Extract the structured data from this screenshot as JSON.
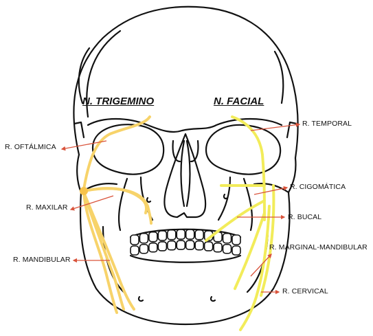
{
  "headings": {
    "trigemino": "N. TRIGEMINO",
    "facial": "N. FACIAL"
  },
  "labels": {
    "oftalmica": "R. OFTÁLMICA",
    "maxilar": "R. MAXILAR",
    "mandibular": "R. MANDIBULAR",
    "temporal": "R. TEMPORAL",
    "cigomatica": "R. CIGOMÁTICA",
    "bucal": "R. BUCAL",
    "marginal_mandibular": "R. MARGINAL-MANDIBULAR",
    "cervical": "R. CERVICAL"
  },
  "colors": {
    "outline": "#111111",
    "trigemino_nerve": "#f7d36a",
    "facial_nerve": "#f2ec5a",
    "arrow": "#d9533b"
  }
}
